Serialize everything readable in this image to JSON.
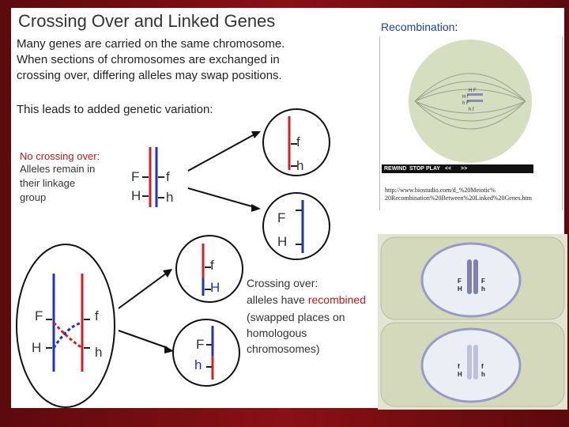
{
  "title": "Crossing Over and Linked Genes",
  "intro_lines": [
    "Many genes are carried on the same chromosome.",
    "When sections of chromosomes are exchanged in",
    "crossing over, differing alleles may swap positions."
  ],
  "variation_text": "This leads to added genetic variation:",
  "no_crossing": {
    "heading": "No crossing over:",
    "lines": [
      "Alleles remain in",
      "their linkage",
      "group"
    ]
  },
  "crossing": {
    "heading": "Crossing over:",
    "line1_prefix": "alleles have ",
    "line1_emph": "recombined",
    "lines": [
      "(swapped places on",
      "homologous",
      "chromosomes)"
    ]
  },
  "alleles": {
    "F": "F",
    "f": "f",
    "H": "H",
    "h": "h"
  },
  "recombination": {
    "label_word": "Recombination",
    "label_colon": ":",
    "url_lines": [
      "http://www.biostudio.com/d_%20Meiotic%",
      "20Recombination%20Between%20Linked%20Genes.htm"
    ],
    "player_buttons": [
      "REWIND",
      "STOP",
      "PLAY",
      "<<",
      ">>"
    ],
    "cell_labels": [
      "H F",
      "H f",
      "h F",
      "h f"
    ]
  },
  "micrograph_labels": {
    "top_left": [
      "F",
      "H"
    ],
    "top_right": [
      "F",
      "h"
    ],
    "bottom_left": [
      "f",
      "H"
    ],
    "bottom_right": [
      "f",
      "h"
    ]
  },
  "colors": {
    "chromosome_red": "#d42020",
    "chromosome_blue": "#2030c8",
    "accent_red_text": "#c01818",
    "link_blue": "#1f3f9a",
    "frame_red": "#7a0c10"
  }
}
